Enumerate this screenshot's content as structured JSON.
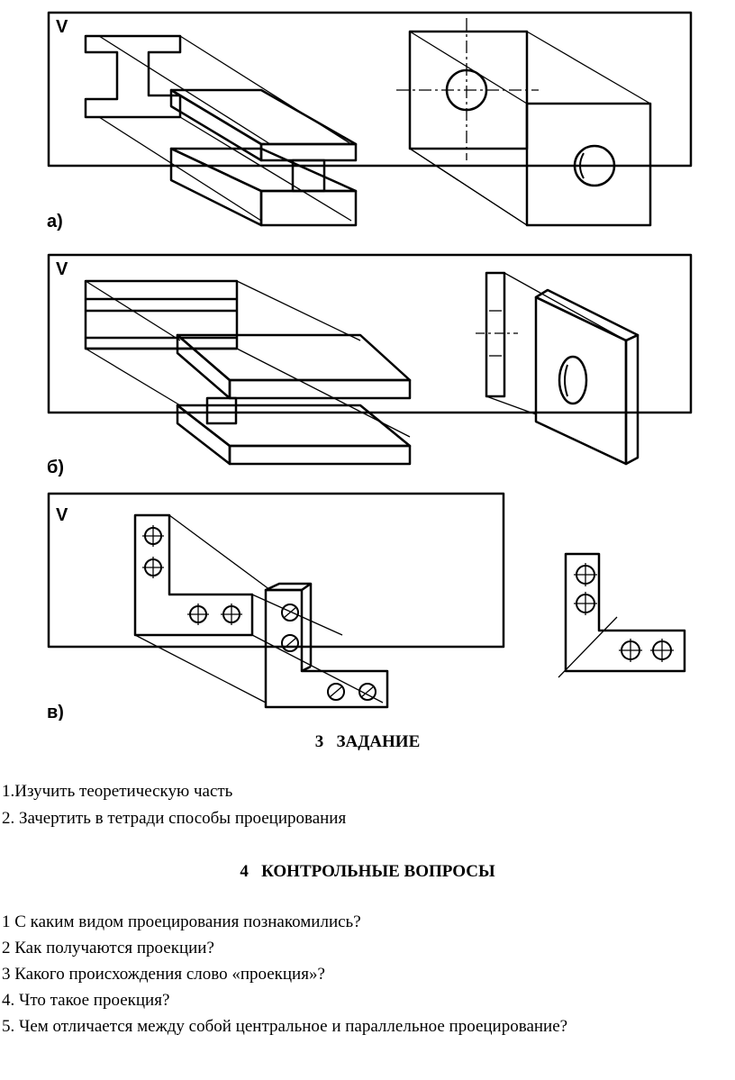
{
  "figure": {
    "panels": [
      {
        "plane_label": "V",
        "caption": "а)"
      },
      {
        "plane_label": "V",
        "caption": "б)"
      },
      {
        "plane_label": "V",
        "caption": "в)"
      }
    ]
  },
  "task_section": {
    "heading": "3   ЗАДАНИЕ",
    "items": [
      "1.Изучить теоретическую часть",
      "2. Зачертить в тетради способы проецирования"
    ]
  },
  "questions_section": {
    "heading": "4   КОНТРОЛЬНЫЕ ВОПРОСЫ",
    "items": [
      "1 С каким видом проецирования познакомились?",
      "2 Как получаются проекции?",
      "3 Какого происхождения слово «проекция»?",
      "4. Что такое проекция?",
      "5. Чем отличается между собой центральное и параллельное проецирование?"
    ]
  }
}
